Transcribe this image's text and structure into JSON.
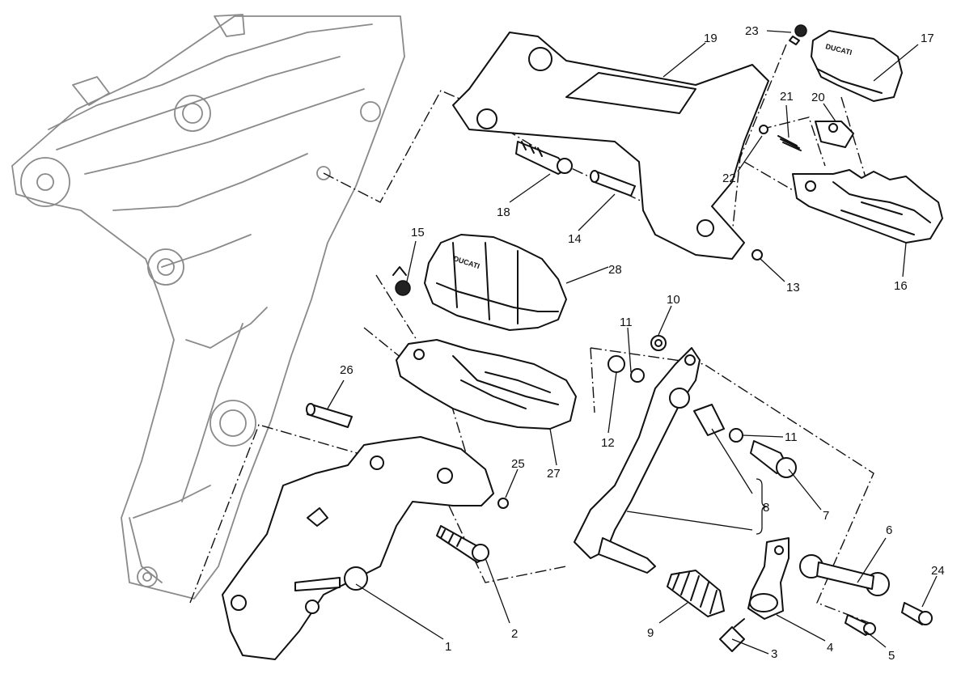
{
  "callouts": {
    "c1": "1",
    "c2": "2",
    "c3": "3",
    "c4": "4",
    "c5": "5",
    "c6": "6",
    "c7": "7",
    "c8": "8",
    "c9": "9",
    "c10": "10",
    "c11a": "11",
    "c11b": "11",
    "c12": "12",
    "c13": "13",
    "c14": "14",
    "c15": "15",
    "c16": "16",
    "c17": "17",
    "c18": "18",
    "c19": "19",
    "c20": "20",
    "c21": "21",
    "c22": "22",
    "c23": "23",
    "c24": "24",
    "c25": "25",
    "c26": "26",
    "c27": "27",
    "c28": "28"
  },
  "stamps": {
    "footpeg_brand": "DUCATI",
    "rubber_pad_brand": "DUCATI"
  },
  "colors": {
    "line": "#111111",
    "frame_line": "#8a8a8a",
    "background": "#ffffff"
  }
}
